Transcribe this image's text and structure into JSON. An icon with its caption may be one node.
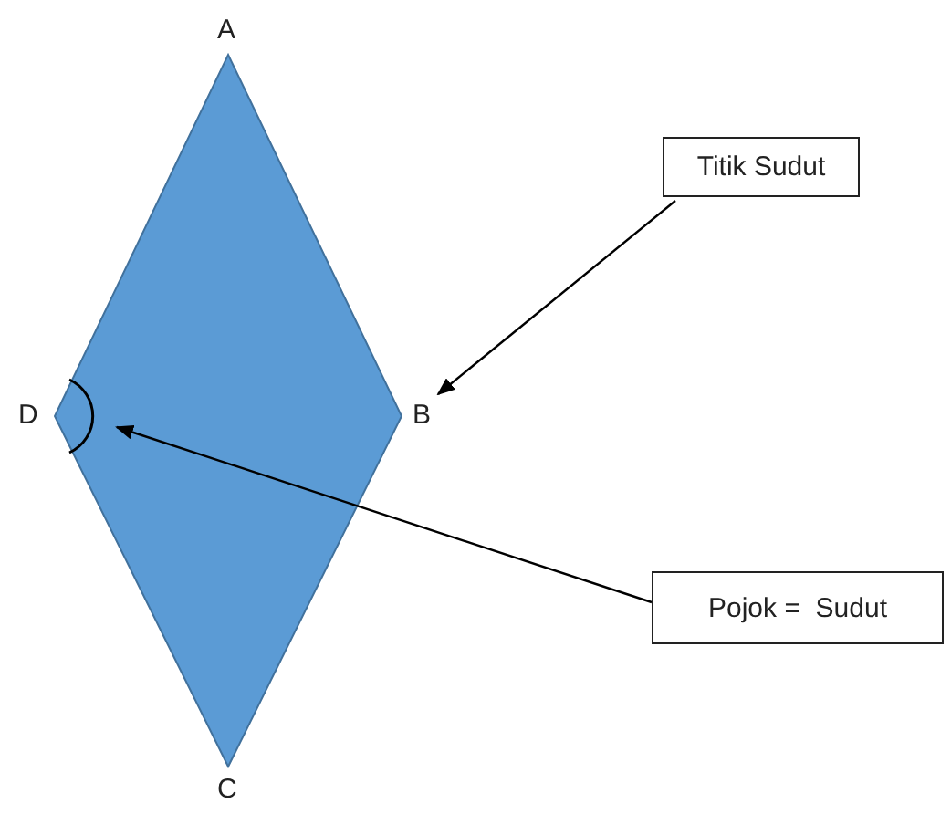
{
  "diagram": {
    "nodes": [
      {
        "text": [
          "Titik Sudut"
        ]
      },
      {
        "text": [
          "Pojok =  Sudut"
        ]
      },
      {
        "text": [],
        "shape": "arc"
      },
      {
        "text": [
          "B"
        ]
      }
    ],
    "edges": [
      {
        "from": 0,
        "to": 3,
        "arrow": "to"
      },
      {
        "from": 1,
        "to": 2,
        "arrow": "to"
      }
    ],
    "labels": [
      "A",
      "D",
      "C"
    ]
  }
}
